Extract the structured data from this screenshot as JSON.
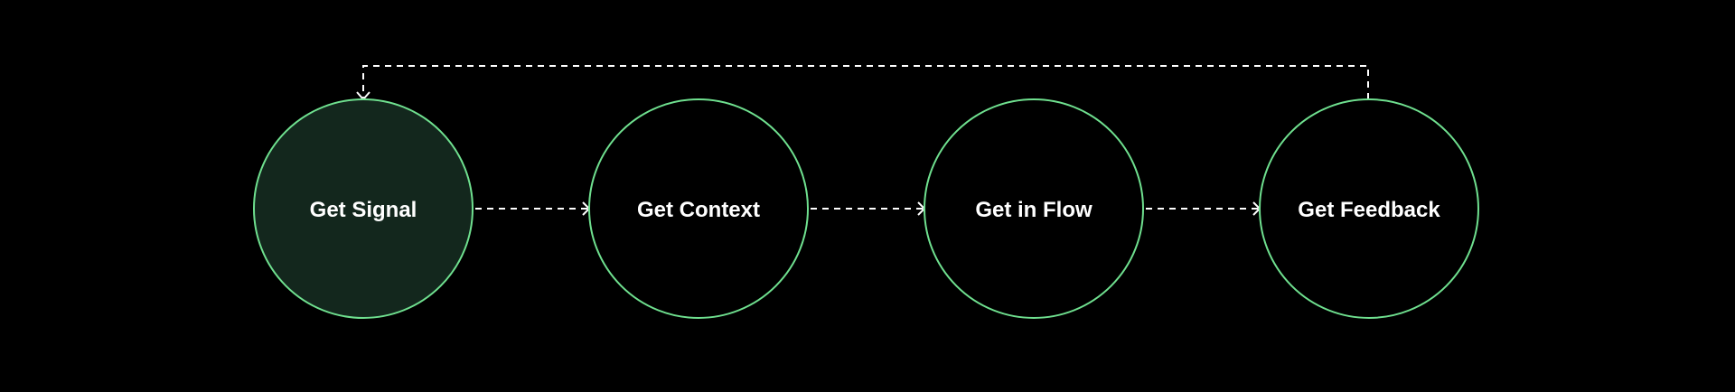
{
  "diagram": {
    "nodes": [
      {
        "label": "Get Signal",
        "active": true
      },
      {
        "label": "Get Context",
        "active": false
      },
      {
        "label": "Get in Flow",
        "active": false
      },
      {
        "label": "Get Feedback",
        "active": false
      }
    ],
    "colors": {
      "background": "#000000",
      "node_stroke": "#6fe08f",
      "active_fill": "#13271d",
      "inactive_fill": "#000000",
      "text": "#ffffff",
      "connector": "#ffffff"
    }
  }
}
